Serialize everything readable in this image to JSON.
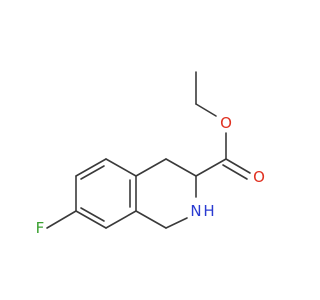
{
  "structure": {
    "atoms": {
      "oxygen_ether": "O",
      "oxygen_carbonyl": "O",
      "nitrogen": "N",
      "nitrogen_hydrogen": "H",
      "fluorine": "F"
    }
  },
  "colors": {
    "bond": "#3a3a3a",
    "oxygen": "#e03020",
    "nitrogen": "#2a3bd1",
    "fluorine": "#3aa030",
    "background": "#ffffff"
  }
}
